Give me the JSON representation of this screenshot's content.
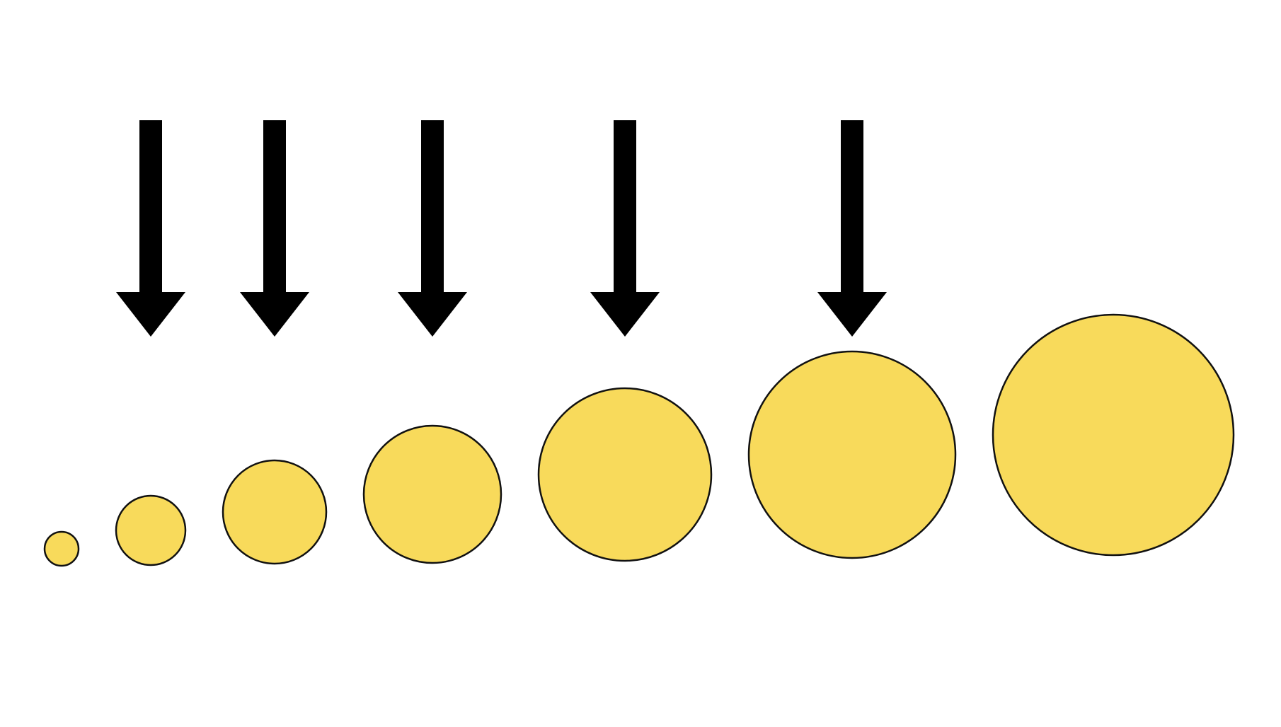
{
  "colors": {
    "background": "#ffffff",
    "circle_fill": "#f8da5b",
    "circle_stroke": "#111111",
    "arrow": "#000000"
  },
  "diagram": {
    "shape": "circle",
    "circle_count": 7,
    "arrow_count": 5,
    "arrow_direction": "down",
    "arrow_icon": "arrow-down-icon",
    "arrows_point_at_circles": [
      2,
      3,
      4,
      5,
      6
    ]
  }
}
